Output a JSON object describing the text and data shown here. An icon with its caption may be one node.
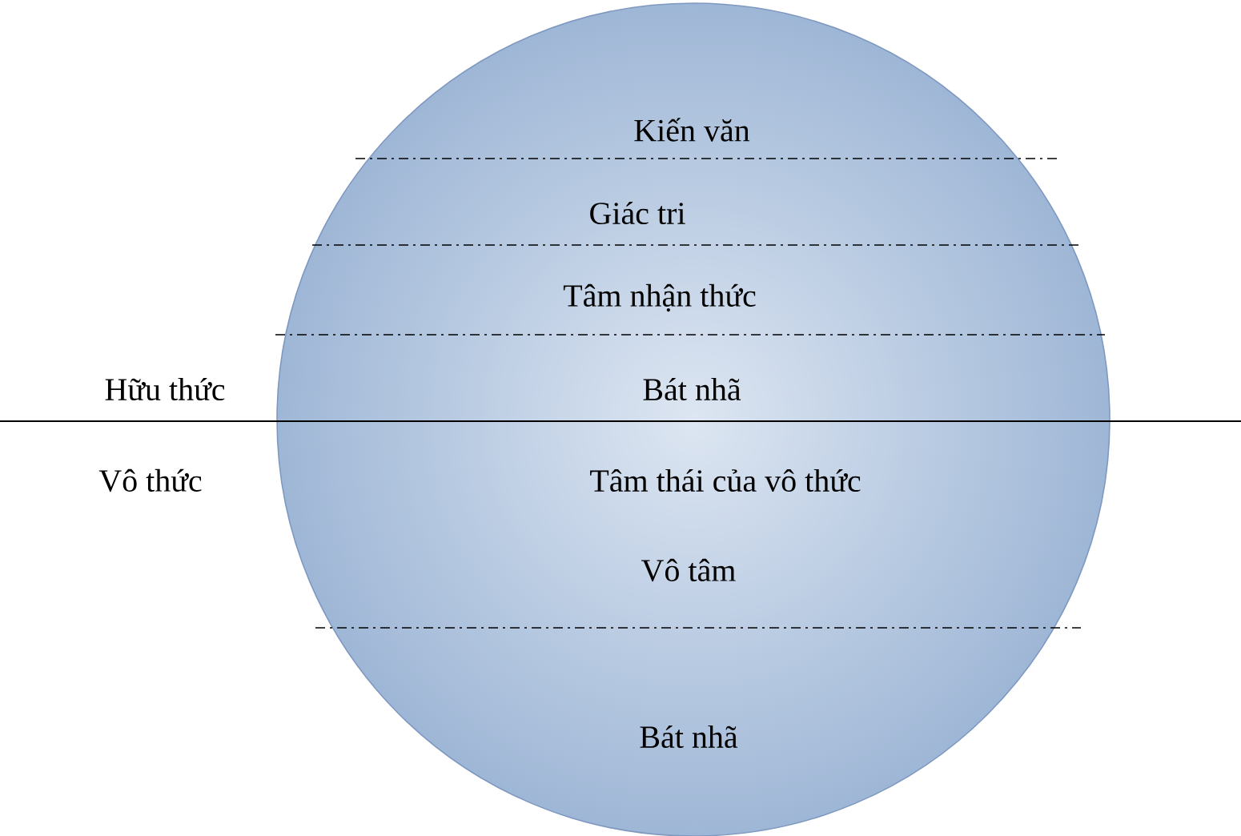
{
  "diagram": {
    "nodes": [
      {
        "text": [
          "Kiến văn",
          "Giác tri",
          "Tâm nhận thức",
          "Bát nhã",
          "Tâm thái của vô thức",
          "Vô tâm",
          "Bát nhã"
        ]
      }
    ],
    "labels": [
      "Hữu thức",
      "Vô thức"
    ]
  }
}
